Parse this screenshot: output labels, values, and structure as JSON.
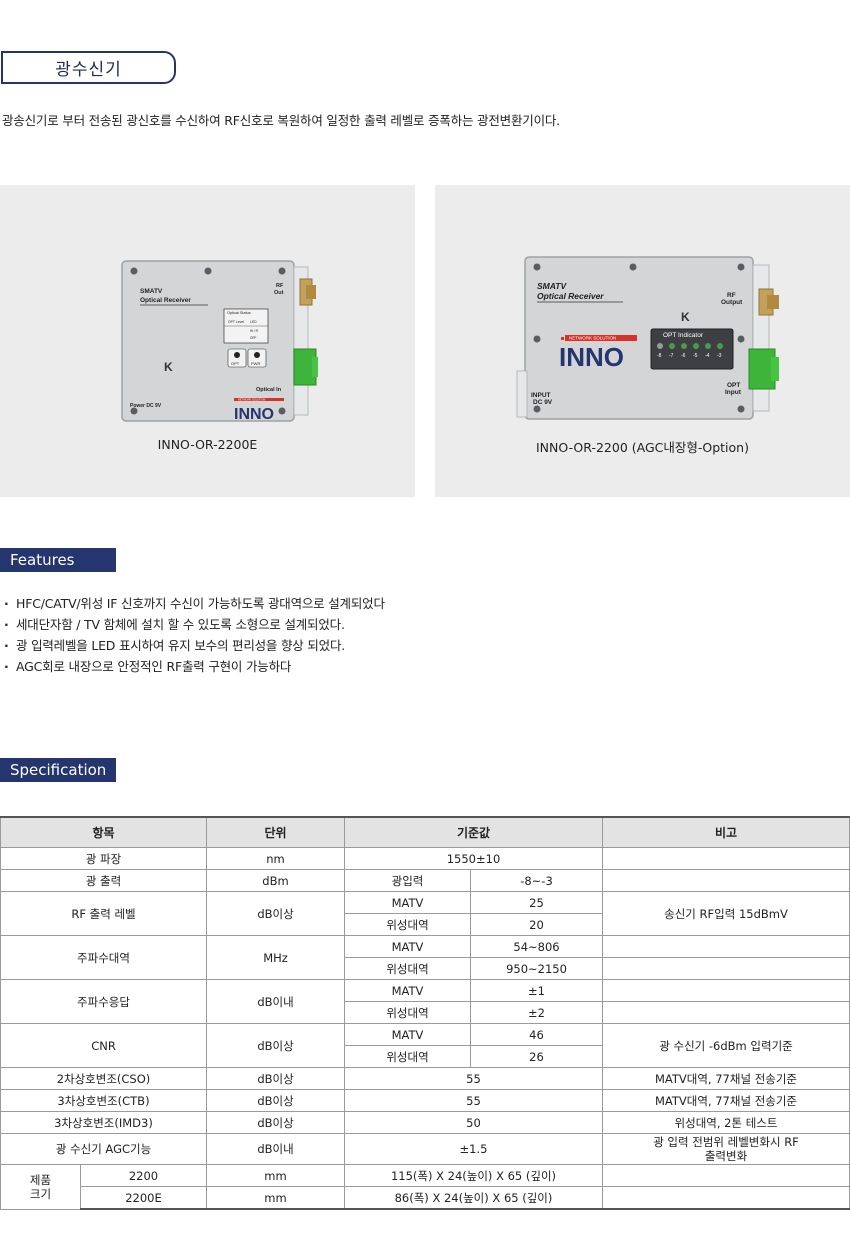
{
  "title": "광수신기",
  "intro": "광송신기로 부터 전송된 광신호를 수신하여 RF신호로 복원하여 일정한 출력 레벨로 증폭하는 광전변환기이다.",
  "products": [
    {
      "caption": "INNO-OR-2200E",
      "label_line1": "SMATV",
      "label_line2": "Optical Receiver",
      "rf_out": "RF",
      "rf_out2": "Out",
      "status_title": "Optical Status",
      "status_col1": "OPT Level",
      "status_col2": "LED",
      "status_row1": "Hi / R",
      "status_row2": "OFF",
      "opt_btn": "OPT",
      "pwr_btn": "PWR",
      "optical_in": "Optical In",
      "power": "Power DC 9V",
      "brand_small": "NETWORK SOLUTION",
      "brand": "INNO"
    },
    {
      "caption": "INNO-OR-2200 (AGC내장형-Option)",
      "label_line1": "SMATV",
      "label_line2": "Optical Receiver",
      "rf_out": "RF",
      "rf_out2": "Output",
      "indicator_title": "OPT Indicator",
      "indicator_levels": [
        "-8",
        "-7",
        "-6",
        "-5",
        "-4",
        "-3"
      ],
      "opt_input": "OPT",
      "opt_input2": "Input",
      "power": "INPUT",
      "power2": "DC 9V",
      "brand_small": "NETWORK SOLUTION",
      "brand": "INNO"
    }
  ],
  "features_title": "Features",
  "features": [
    "HFC/CATV/위성 IF 신호까지 수신이 가능하도록 광대역으로 설계되었다",
    "세대단자함 / TV 함체에 설치 할 수 있도록 소형으로 설계되었다.",
    "광 입력레벨을 LED 표시하여 유지 보수의 편리성을 향상 되었다.",
    "AGC회로 내장으로 안정적인 RF출력 구현이 가능하다"
  ],
  "spec_title": "Specification",
  "spec": {
    "headers": [
      "항목",
      "단위",
      "기준값",
      "비고"
    ],
    "rows": {
      "wavelength": {
        "item": "광 파장",
        "unit": "nm",
        "value": "1550±10"
      },
      "output": {
        "item": "광 출력",
        "unit": "dBm",
        "sub": "광입력",
        "value": "-8~-3"
      },
      "rf_level": {
        "item": "RF 출력 레벨",
        "unit": "dB이상",
        "sub1": "MATV",
        "val1": "25",
        "sub2": "위성대역",
        "val2": "20",
        "note": "송신기 RF입력 15dBmV"
      },
      "freq": {
        "item": "주파수대역",
        "unit": "MHz",
        "sub1": "MATV",
        "val1": "54~806",
        "sub2": "위성대역",
        "val2": "950~2150"
      },
      "response": {
        "item": "주파수응답",
        "unit": "dB이내",
        "sub1": "MATV",
        "val1": "±1",
        "sub2": "위성대역",
        "val2": "±2"
      },
      "cnr": {
        "item": "CNR",
        "unit": "dB이상",
        "sub1": "MATV",
        "val1": "46",
        "sub2": "위성대역",
        "val2": "26",
        "note": "광 수신기 -6dBm 입력기준"
      },
      "cso": {
        "item": "2차상호변조(CSO)",
        "unit": "dB이상",
        "value": "55",
        "note": "MATV대역, 77채널 전송기준"
      },
      "ctb": {
        "item": "3차상호변조(CTB)",
        "unit": "dB이상",
        "value": "55",
        "note": "MATV대역, 77채널 전송기준"
      },
      "imd3": {
        "item": "3차상호변조(IMD3)",
        "unit": "dB이상",
        "value": "50",
        "note": "위성대역, 2톤 테스트"
      },
      "agc": {
        "item": "광 수신기 AGC기능",
        "unit": "dB이내",
        "value": "±1.5",
        "note1": "광 입력 전범위 레벨변화시 RF",
        "note2": "출력변화"
      },
      "size": {
        "item1": "제품",
        "item2": "크기",
        "m1": "2200",
        "unit1": "mm",
        "val1": "115(폭) X 24(높이) X 65 (깊이)",
        "m2": "2200E",
        "unit2": "mm",
        "val2": "86(폭) X 24(높이) X 65 (깊이)"
      }
    }
  },
  "colors": {
    "navy": "#25356d",
    "green": "#3fb43a",
    "device": "#d4d6d8"
  }
}
